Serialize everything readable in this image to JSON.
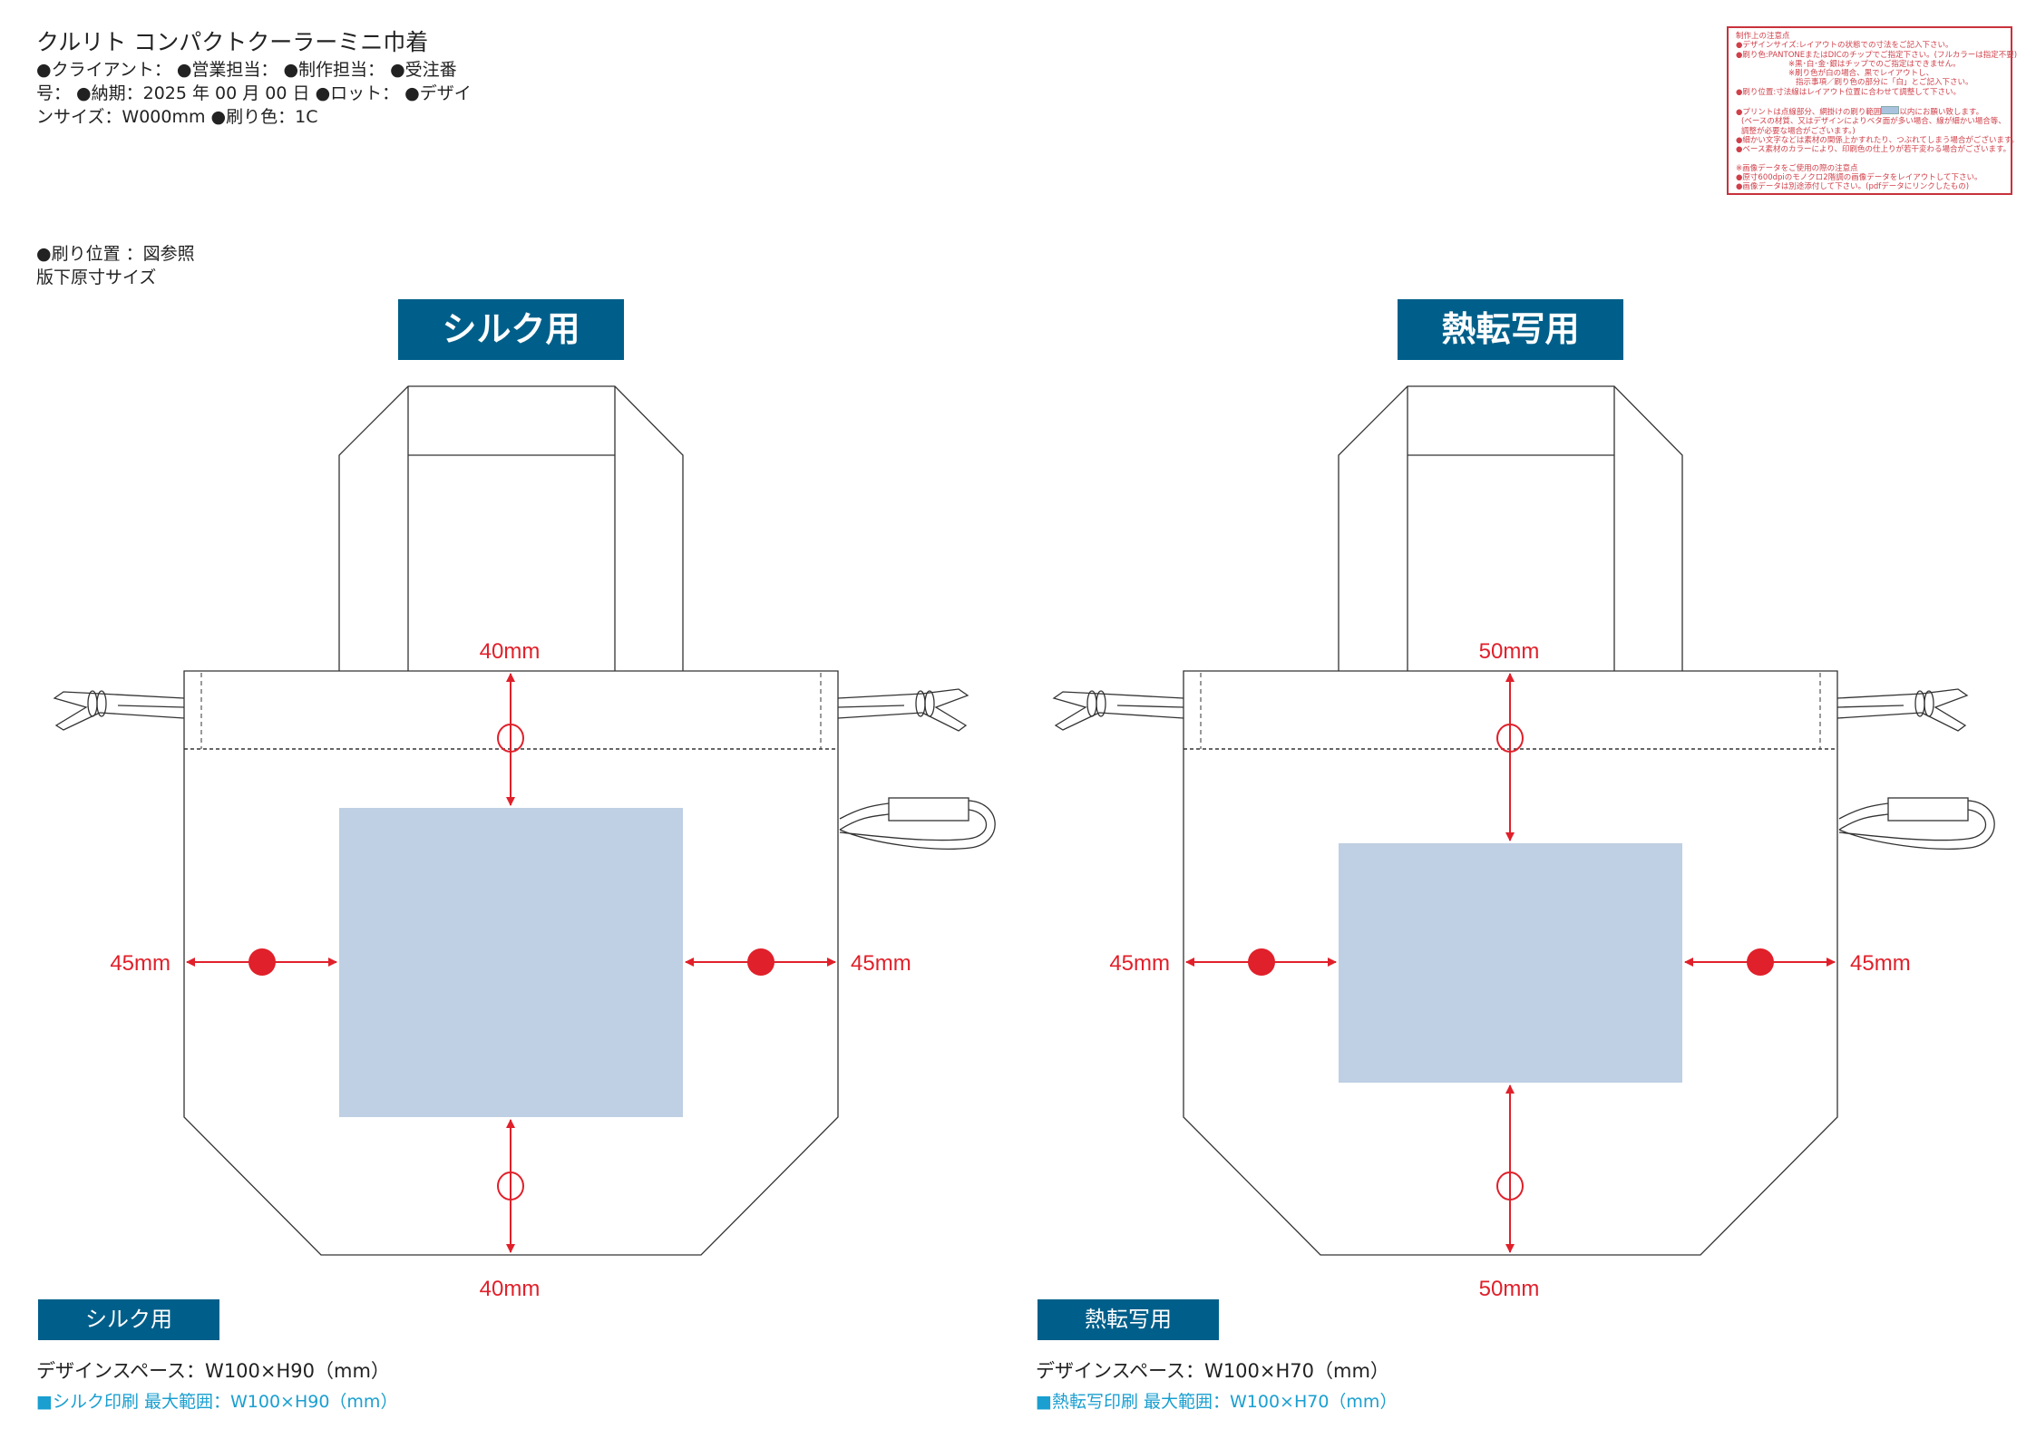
{
  "header": {
    "title": "クルリト コンパクトクーラーミニ巾着",
    "info": "●クライアント： ●営業担当： ●制作担当： ●受注番号： ●納期：2025 年 00 月 00 日 ●ロット： ●デザインサイズ：W000mm ●刷り色：1C",
    "print_position": "●刷り位置 ：図参照",
    "scale_note": "版下原寸サイズ"
  },
  "notes": {
    "title": "制作上の注意点",
    "lines": [
      "●デザインサイズ:レイアウトの状態での寸法をご記入下さい。",
      "●刷り色:PANTONEまたはDICのチップでご指定下さい。(フルカラーは指定不要)",
      "※黒･白･金･銀はチップでのご指定はできません。",
      "※刷り色が白の場合、黒でレイアウトし、",
      "指示事項／刷り色の部分に「白」とご記入下さい。",
      "●刷り位置:寸法線はレイアウト位置に合わせて調整して下さい。",
      "●プリントは点線部分、網掛けの刷り範囲",
      "以内にお願い致します。",
      "(ベースの材質、又はデザインによりベタ面が多い場合、線が細かい場合等、",
      "調整が必要な場合がございます。)",
      "●細かい文字などは素材の関係上かすれたり、つぶれてしまう場合がございます。",
      "●ベース素材のカラーにより、印刷色の仕上りが若干変わる場合がございます。",
      "※画像データをご使用の際の注意点",
      "●原寸600dpiのモノクロ2階調の画像データをレイアウトして下さい。",
      "●画像データは別途添付して下さい。(pdfデータにリンクしたもの)"
    ]
  },
  "panels": [
    {
      "heading": "シルク用",
      "top_margin": "40mm",
      "bottom_margin": "40mm",
      "left_margin": "45mm",
      "right_margin": "45mm",
      "label": "シルク用",
      "design_space": "デザインスペース：W100×H90（mm）",
      "max_range": "■シルク印刷 最大範囲：W100×H90（mm）"
    },
    {
      "heading": "熱転写用",
      "top_margin": "50mm",
      "bottom_margin": "50mm",
      "left_margin": "45mm",
      "right_margin": "45mm",
      "label": "熱転写用",
      "design_space": "デザインスペース：W100×H70（mm）",
      "max_range": "■熱転写印刷 最大範囲：W100×H70（mm）"
    }
  ],
  "colors": {
    "accent": "#005f8a",
    "dimension": "#e0202a",
    "print_area": "#bfcfe4",
    "max_range": "#1a9fd0"
  }
}
